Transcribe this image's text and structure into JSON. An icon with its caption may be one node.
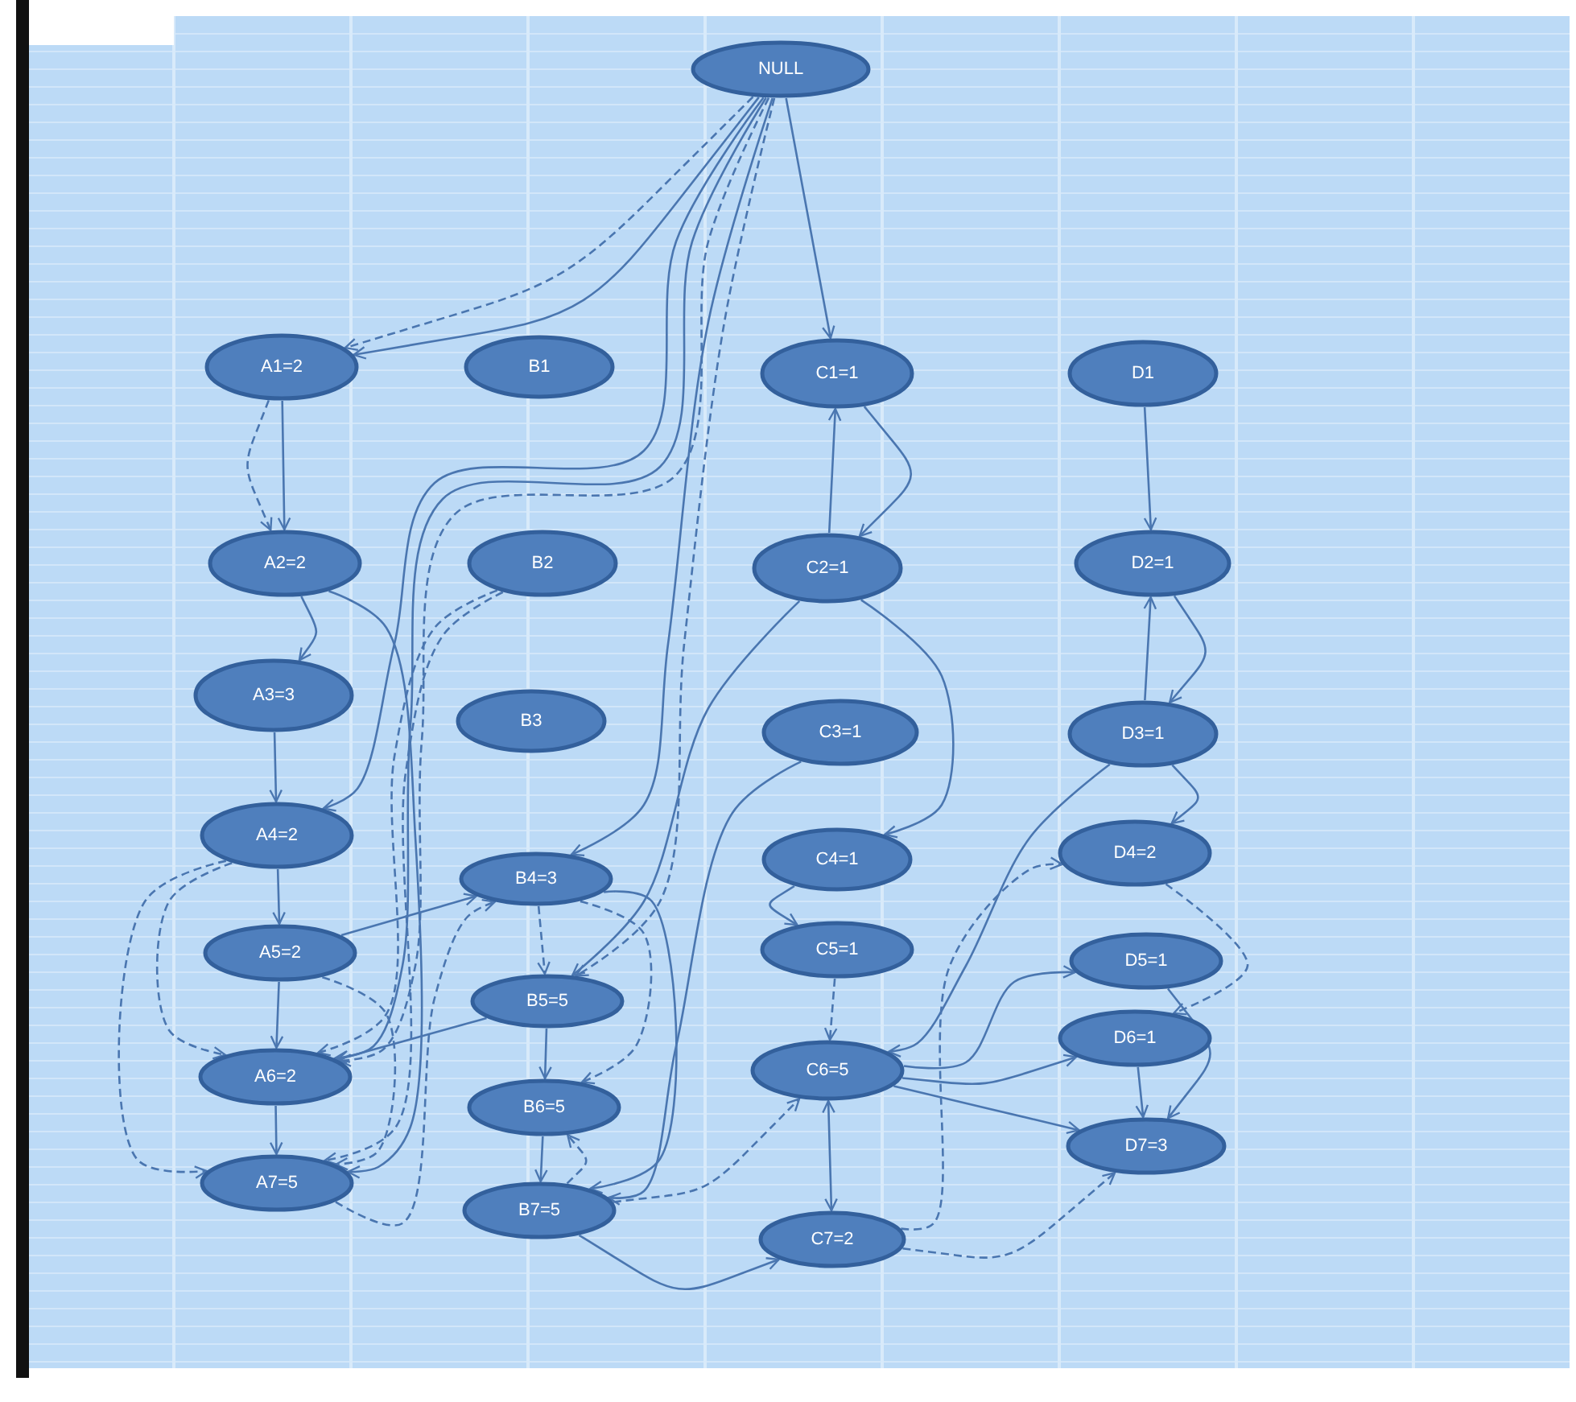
{
  "diagram": {
    "nodes": [
      {
        "text": [
          "NULL"
        ]
      },
      {
        "text": [
          "A1=2"
        ]
      },
      {
        "text": [
          "B1"
        ]
      },
      {
        "text": [
          "C1=1"
        ]
      },
      {
        "text": [
          "D1"
        ]
      },
      {
        "text": [
          "A2=2"
        ]
      },
      {
        "text": [
          "B2"
        ]
      },
      {
        "text": [
          "C2=1"
        ]
      },
      {
        "text": [
          "D2=1"
        ]
      },
      {
        "text": [
          "A3=3"
        ]
      },
      {
        "text": [
          "B3"
        ]
      },
      {
        "text": [
          "C3=1"
        ]
      },
      {
        "text": [
          "D3=1"
        ]
      },
      {
        "text": [
          "A4=2"
        ]
      },
      {
        "text": [
          "B4=3"
        ]
      },
      {
        "text": [
          "C4=1"
        ]
      },
      {
        "text": [
          "D4=2"
        ]
      },
      {
        "text": [
          "A5=2"
        ]
      },
      {
        "text": [
          "B5=5"
        ]
      },
      {
        "text": [
          "C5=1"
        ]
      },
      {
        "text": [
          "D5=1"
        ]
      },
      {
        "text": [
          "A6=2"
        ]
      },
      {
        "text": [
          "B6=5"
        ]
      },
      {
        "text": [
          "C6=5"
        ]
      },
      {
        "text": [
          "D6=1"
        ]
      },
      {
        "text": [
          "A7=5"
        ]
      },
      {
        "text": [
          "B7=5"
        ]
      },
      {
        "text": [
          "C7=2"
        ]
      },
      {
        "text": [
          "D7=3"
        ]
      }
    ],
    "edges": [
      {
        "from": 0,
        "to": 1,
        "arrow": "to"
      },
      {
        "from": 0,
        "to": 1,
        "arrow": "to",
        "style": "dashed"
      },
      {
        "from": 0,
        "to": 13,
        "arrow": "to"
      },
      {
        "from": 0,
        "to": 21,
        "arrow": "to"
      },
      {
        "from": 0,
        "to": 21,
        "arrow": "to",
        "style": "dashed"
      },
      {
        "from": 0,
        "to": 14,
        "arrow": "to"
      },
      {
        "from": 0,
        "to": 18,
        "arrow": "to",
        "style": "dashed"
      },
      {
        "from": 0,
        "to": 3,
        "arrow": "to"
      },
      {
        "from": 1,
        "to": 5,
        "arrow": "to"
      },
      {
        "from": 1,
        "to": 5,
        "arrow": "to",
        "style": "dashed"
      },
      {
        "from": 5,
        "to": 9,
        "arrow": "to"
      },
      {
        "from": 5,
        "to": 25,
        "arrow": "to"
      },
      {
        "from": 9,
        "to": 13,
        "arrow": "to"
      },
      {
        "from": 13,
        "to": 17,
        "arrow": "to"
      },
      {
        "from": 17,
        "to": 21,
        "arrow": "to"
      },
      {
        "from": 21,
        "to": 25,
        "arrow": "to"
      },
      {
        "from": 13,
        "to": 21,
        "arrow": "to",
        "style": "dashed"
      },
      {
        "from": 13,
        "to": 25,
        "arrow": "to",
        "style": "dashed"
      },
      {
        "from": 17,
        "to": 25,
        "arrow": "to",
        "style": "dashed"
      },
      {
        "from": 6,
        "to": 21,
        "arrow": "to",
        "style": "dashed"
      },
      {
        "from": 6,
        "to": 25,
        "arrow": "to",
        "style": "dashed"
      },
      {
        "from": 17,
        "to": 14,
        "arrow": "to"
      },
      {
        "from": 18,
        "to": 21,
        "arrow": "to"
      },
      {
        "from": 14,
        "to": 18,
        "arrow": "to",
        "style": "dashed"
      },
      {
        "from": 14,
        "to": 22,
        "arrow": "to",
        "style": "dashed"
      },
      {
        "from": 18,
        "to": 22,
        "arrow": "to"
      },
      {
        "from": 22,
        "to": 26,
        "arrow": "to"
      },
      {
        "from": 14,
        "to": 26,
        "arrow": "to"
      },
      {
        "from": 26,
        "to": 22,
        "arrow": "to",
        "style": "dashed"
      },
      {
        "from": 26,
        "to": 23,
        "arrow": "to",
        "style": "dashed"
      },
      {
        "from": 26,
        "to": 27,
        "arrow": "to"
      },
      {
        "from": 7,
        "to": 3,
        "arrow": "to"
      },
      {
        "from": 3,
        "to": 7,
        "arrow": "to"
      },
      {
        "from": 7,
        "to": 18,
        "arrow": "to"
      },
      {
        "from": 11,
        "to": 26,
        "arrow": "to"
      },
      {
        "from": 15,
        "to": 19,
        "arrow": "to"
      },
      {
        "from": 19,
        "to": 23,
        "arrow": "to",
        "style": "dashed"
      },
      {
        "from": 23,
        "to": 27,
        "arrow": "both"
      },
      {
        "from": 23,
        "to": 28,
        "arrow": "to"
      },
      {
        "from": 23,
        "to": 20,
        "arrow": "to"
      },
      {
        "from": 27,
        "to": 28,
        "arrow": "to",
        "style": "dashed"
      },
      {
        "from": 27,
        "to": 16,
        "arrow": "to",
        "style": "dashed"
      },
      {
        "from": 4,
        "to": 8,
        "arrow": "to"
      },
      {
        "from": 12,
        "to": 8,
        "arrow": "to"
      },
      {
        "from": 8,
        "to": 12,
        "arrow": "to"
      },
      {
        "from": 12,
        "to": 16,
        "arrow": "to"
      },
      {
        "from": 16,
        "to": 24,
        "arrow": "to",
        "style": "dashed"
      },
      {
        "from": 20,
        "to": 28,
        "arrow": "to"
      },
      {
        "from": 24,
        "to": 28,
        "arrow": "to"
      },
      {
        "from": 12,
        "to": 23,
        "arrow": "to"
      },
      {
        "from": 7,
        "to": 15,
        "arrow": "to"
      },
      {
        "from": 23,
        "to": 24,
        "arrow": "to"
      },
      {
        "from": 25,
        "to": 14,
        "arrow": "to",
        "style": "dashed"
      }
    ]
  }
}
